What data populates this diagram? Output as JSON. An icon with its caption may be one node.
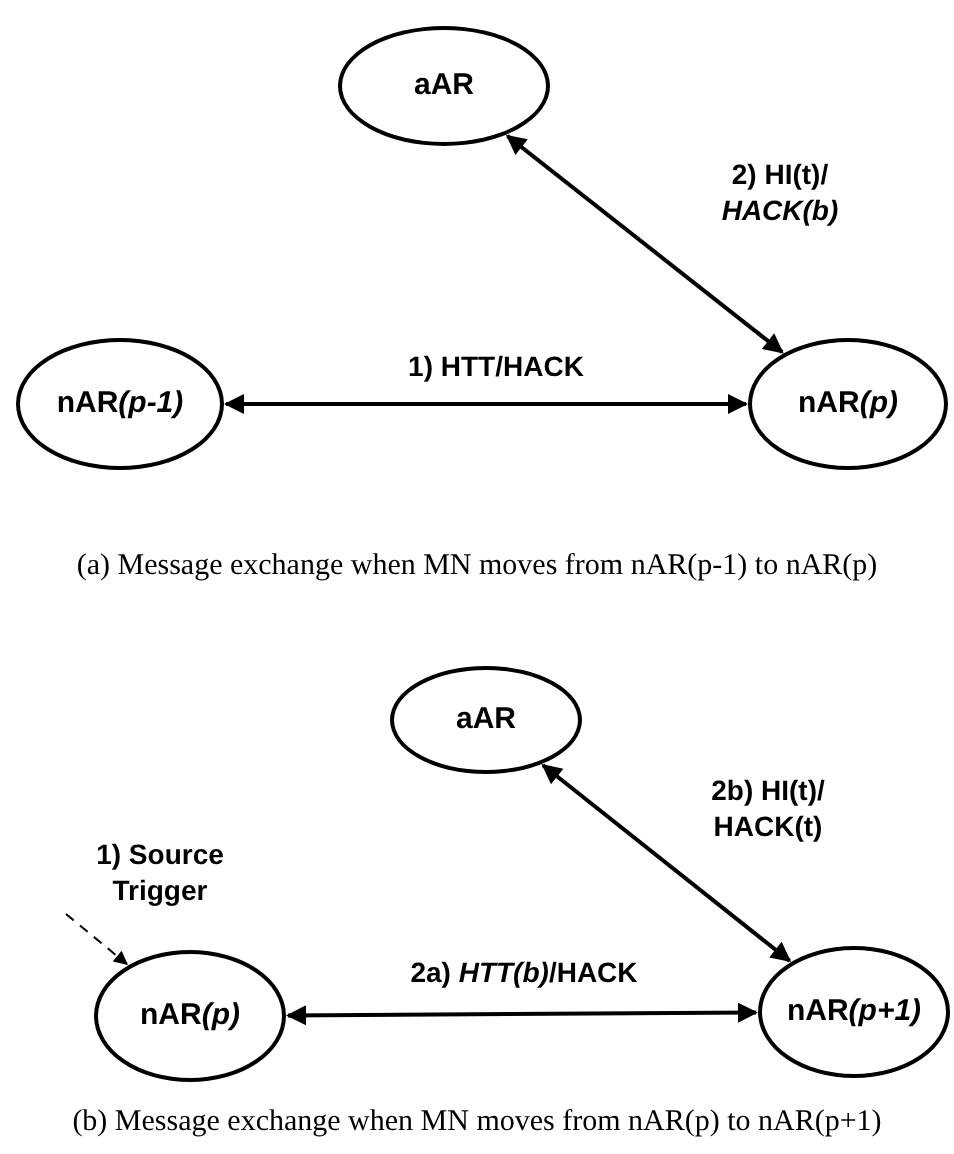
{
  "diagram": {
    "nodes": [
      {
        "text": [
          "aAR"
        ]
      },
      {
        "text": [
          "nAR(p-1)"
        ]
      },
      {
        "text": [
          "nAR(p)"
        ]
      },
      {
        "text": [
          "aAR"
        ]
      },
      {
        "text": [
          "nAR(p)"
        ]
      },
      {
        "text": [
          "nAR(p+1)"
        ]
      },
      {
        "text": [
          "1) Source Trigger"
        ]
      }
    ],
    "edges": [
      {
        "from": 1,
        "to": 2,
        "arrow": "both",
        "label": "1) HTT/HACK"
      },
      {
        "from": 0,
        "to": 2,
        "arrow": "both",
        "label": "2) HI(t)/ *HACK(b)*"
      },
      {
        "from": 6,
        "to": 4,
        "arrow": "to",
        "style": "dashed"
      },
      {
        "from": 4,
        "to": 5,
        "arrow": "both",
        "label": "2a) *HTT(b)*/HACK"
      },
      {
        "from": 3,
        "to": 5,
        "arrow": "both",
        "label": "2b) HI(t)/ HACK(t)"
      }
    ],
    "labels": [
      "(a) Message exchange when MN moves from nAR(p-1) to nAR(p)",
      "(b) Message exchange when MN moves from nAR(p) to nAR(p+1)"
    ]
  }
}
